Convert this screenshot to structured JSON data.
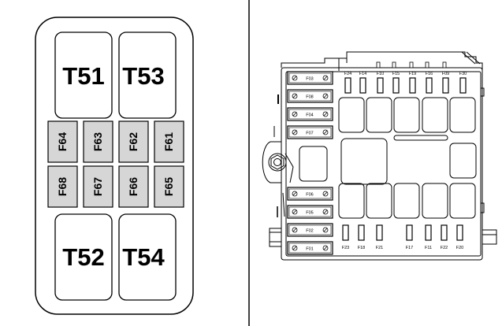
{
  "left_panel": {
    "relays": [
      "T51",
      "T53",
      "T52",
      "T54"
    ],
    "fuses_row1": [
      "F64",
      "F63",
      "F62",
      "F61"
    ],
    "fuses_row2": [
      "F68",
      "F67",
      "F66",
      "F65"
    ]
  },
  "right_panel": {
    "top_fuses": [
      "F24",
      "F14",
      "F10",
      "F15",
      "F19",
      "F16",
      "F09",
      "F30"
    ],
    "bottom_fuses": [
      "F23",
      "F18",
      "F21",
      "F17",
      "F11",
      "F22",
      "F20"
    ],
    "left_upper_fuses": [
      "F03",
      "F08",
      "F04",
      "F07"
    ],
    "left_lower_fuses": [
      "F06",
      "F05",
      "F02",
      "F01"
    ]
  },
  "colors": {
    "fuse_fill": "#d6d6d6",
    "line": "#000000",
    "background": "#ffffff"
  }
}
